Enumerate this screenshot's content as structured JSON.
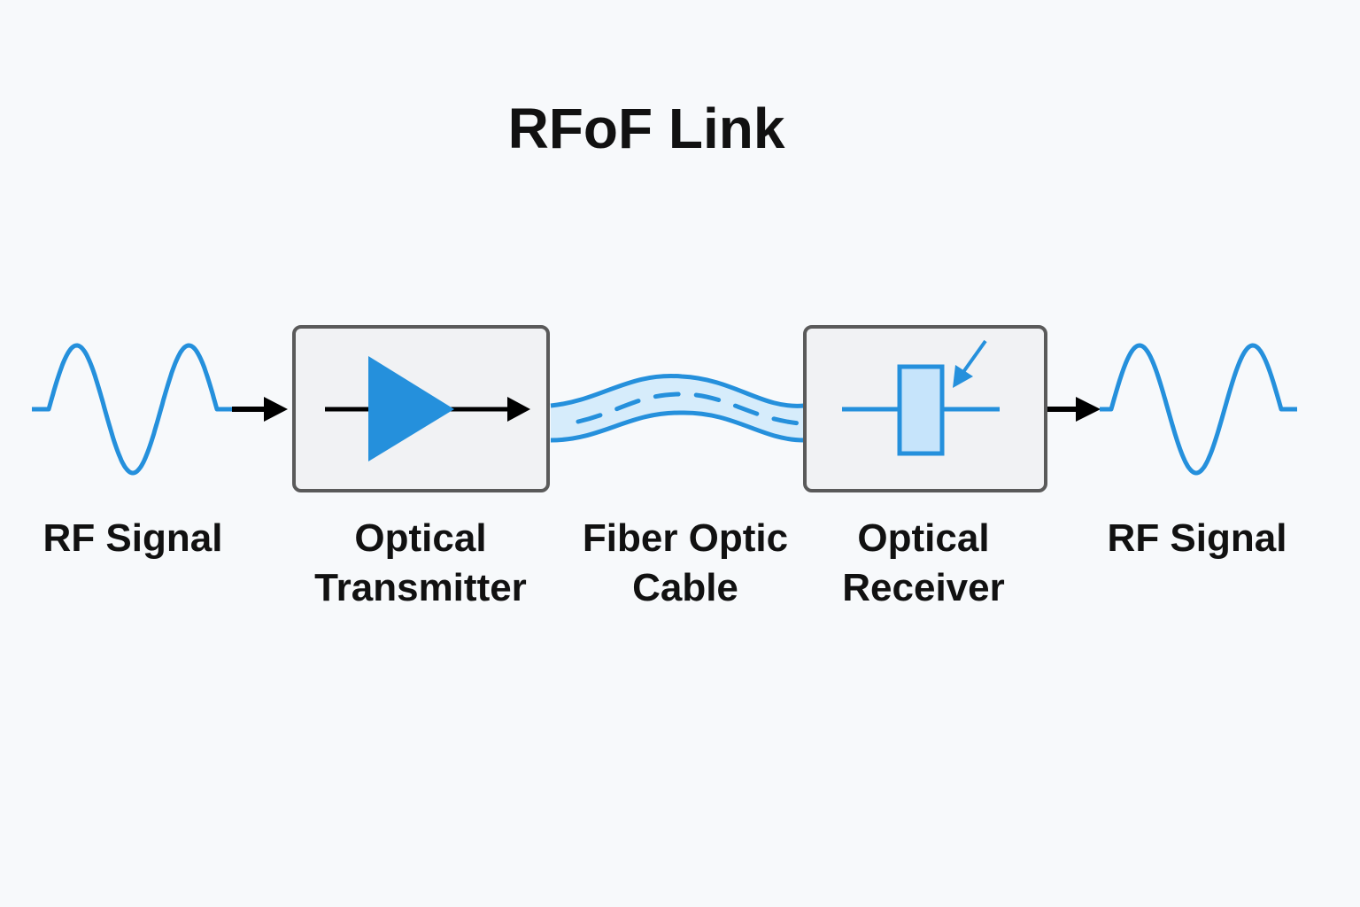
{
  "title": "RFoF Link",
  "colors": {
    "accent": "#2590dc",
    "cable_fill": "#d6ecfb",
    "box_fill": "#f1f2f4",
    "box_border": "#5a5a5a",
    "arrow": "#000000",
    "background": "#f7f9fb"
  },
  "stages": [
    {
      "id": "rf-in",
      "label_lines": [
        "RF Signal"
      ],
      "icon": "sine-wave-icon"
    },
    {
      "id": "transmitter",
      "label_lines": [
        "Optical",
        "Transmitter"
      ],
      "icon": "amplifier-triangle-icon"
    },
    {
      "id": "cable",
      "label_lines": [
        "Fiber Optic",
        "Cable"
      ],
      "icon": "fiber-cable-icon"
    },
    {
      "id": "receiver",
      "label_lines": [
        "Optical",
        "Receiver"
      ],
      "icon": "photodiode-icon"
    },
    {
      "id": "rf-out",
      "label_lines": [
        "RF Signal"
      ],
      "icon": "sine-wave-icon"
    }
  ]
}
